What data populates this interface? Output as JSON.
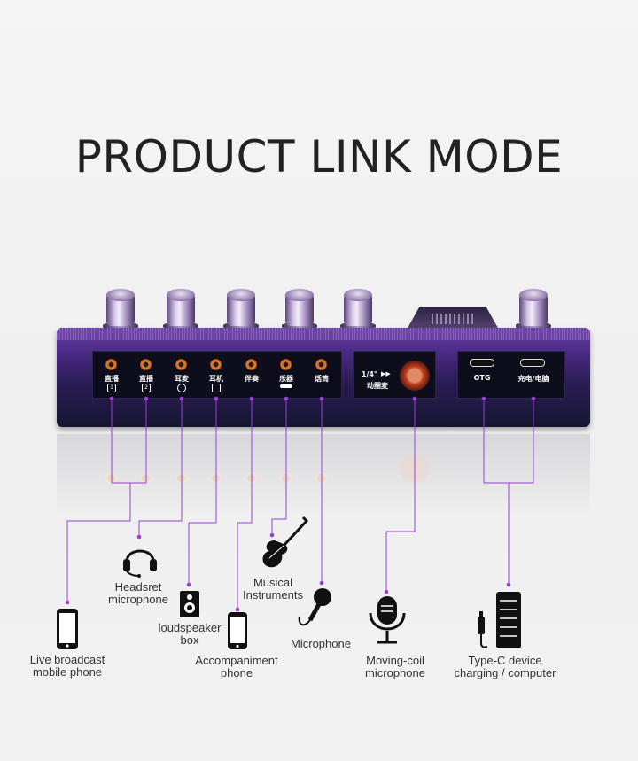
{
  "title": "PRODUCT LINK MODE",
  "ports": [
    {
      "label": "直播",
      "sub": "1"
    },
    {
      "label": "直播",
      "sub": "2"
    },
    {
      "label": "耳麦",
      "sub": ""
    },
    {
      "label": "耳机",
      "sub": ""
    },
    {
      "label": "伴奏",
      "sub": ""
    },
    {
      "label": "乐器",
      "sub": ""
    },
    {
      "label": "话筒",
      "sub": ""
    }
  ],
  "mic_input": {
    "line1": "1/4\"",
    "line2": "动圈麦"
  },
  "usb_ports": [
    {
      "label": "OTG"
    },
    {
      "label": "充电/电脑"
    }
  ],
  "devices": {
    "live_phone": {
      "line1": "Live broadcast",
      "line2": "mobile phone"
    },
    "headset": {
      "line1": "Headsret",
      "line2": "microphone"
    },
    "speaker": {
      "line1": "loudspeaker",
      "line2": "box"
    },
    "accomp": {
      "line1": "Accompaniment",
      "line2": "phone"
    },
    "instrument": {
      "line1": "Musical",
      "line2": "Instruments"
    },
    "microphone": {
      "line1": "Microphone"
    },
    "moving_coil": {
      "line1": "Moving-coil",
      "line2": "microphone"
    },
    "type_c": {
      "line1": "Type-C device",
      "line2": "charging / computer"
    }
  },
  "colors": {
    "accent_line": "#9b3fd6",
    "device_purple": "#5a2f96",
    "jack_orange": "#d9782b"
  }
}
